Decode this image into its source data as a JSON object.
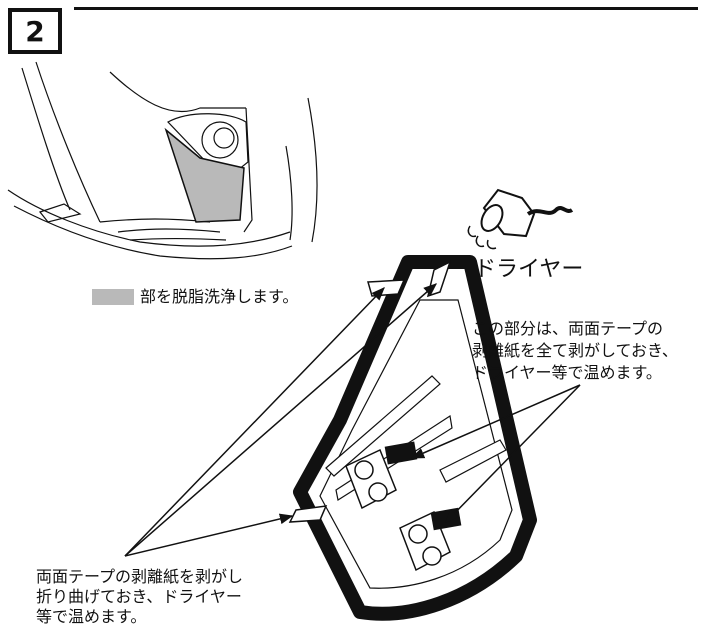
{
  "step_number": "2",
  "legend": {
    "swatch_color": "#b9b9b9",
    "text": "部を脱脂洗浄します。"
  },
  "dryer_label": "ドライヤー",
  "notes": {
    "right": "この部分は、両面テープの\n剥離紙を全て剥がしておき、\nドライヤー等で温めます。",
    "bottom_left": "両面テープの剥離紙を剥がし\n折り曲げておき、ドライヤー\n等で温めます。"
  }
}
